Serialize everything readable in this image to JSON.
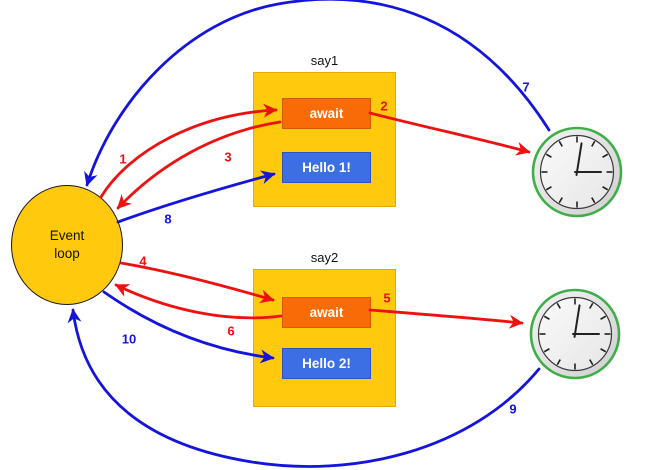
{
  "event_loop": {
    "label": "Event loop"
  },
  "functions": [
    {
      "name": "say1",
      "await_label": "await",
      "output_label": "Hello 1!"
    },
    {
      "name": "say2",
      "await_label": "await",
      "output_label": "Hello 2!"
    }
  ],
  "timers": [
    {
      "icon": "clock-icon"
    },
    {
      "icon": "clock-icon"
    }
  ],
  "steps": [
    {
      "label": "1",
      "color": "#ee1111",
      "from": "event-loop",
      "to": "say1-await"
    },
    {
      "label": "2",
      "color": "#ee1111",
      "from": "say1-await",
      "to": "timer-1"
    },
    {
      "label": "3",
      "color": "#ee1111",
      "from": "say1-await",
      "to": "event-loop"
    },
    {
      "label": "4",
      "color": "#ee1111",
      "from": "event-loop",
      "to": "say2-await"
    },
    {
      "label": "5",
      "color": "#ee1111",
      "from": "say2-await",
      "to": "timer-2"
    },
    {
      "label": "6",
      "color": "#ee1111",
      "from": "say2-await",
      "to": "event-loop"
    },
    {
      "label": "7",
      "color": "#1414dd",
      "from": "timer-1",
      "to": "event-loop"
    },
    {
      "label": "8",
      "color": "#1414dd",
      "from": "event-loop",
      "to": "say1-output"
    },
    {
      "label": "9",
      "color": "#1414dd",
      "from": "timer-2",
      "to": "event-loop"
    },
    {
      "label": "10",
      "color": "#1414dd",
      "from": "event-loop",
      "to": "say2-output"
    }
  ],
  "colors": {
    "arrow_red": "#ee1111",
    "arrow_blue": "#1414dd",
    "function_box": "#ffc90d",
    "await_box": "#f96b07",
    "output_box": "#3b6fe3",
    "event_loop_fill": "#ffc90d",
    "clock_ring": "#3fae49",
    "clock_face": "#efefef"
  }
}
